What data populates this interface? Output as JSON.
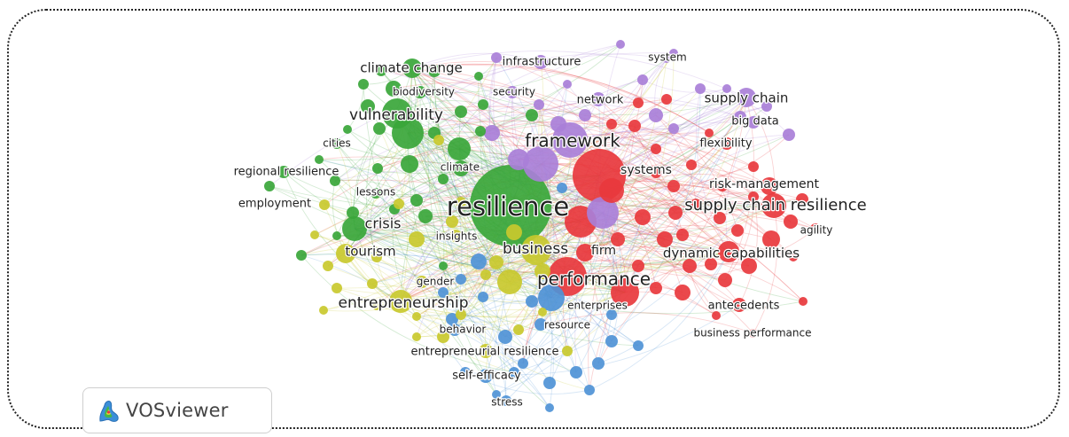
{
  "app_name": "VOSviewer",
  "colors": {
    "red": "#e8383d",
    "green": "#3aa63a",
    "purple": "#a97fd8",
    "yellow": "#c9c92e",
    "blue": "#4f93d6",
    "label": "#222222"
  },
  "clusters": [
    "red",
    "green",
    "purple",
    "yellow",
    "blue"
  ],
  "keywords": [
    {
      "label": "resilience",
      "cluster": "green"
    },
    {
      "label": "framework",
      "cluster": "purple"
    },
    {
      "label": "performance",
      "cluster": "red"
    },
    {
      "label": "supply chain resilience",
      "cluster": "red"
    },
    {
      "label": "vulnerability",
      "cluster": "green"
    },
    {
      "label": "climate change",
      "cluster": "green"
    },
    {
      "label": "business",
      "cluster": "yellow"
    },
    {
      "label": "firm",
      "cluster": "red"
    },
    {
      "label": "entrepreneurship",
      "cluster": "yellow"
    },
    {
      "label": "supply chain",
      "cluster": "purple"
    },
    {
      "label": "dynamic capabilities",
      "cluster": "red"
    },
    {
      "label": "crisis",
      "cluster": "green"
    },
    {
      "label": "tourism",
      "cluster": "yellow"
    },
    {
      "label": "systems",
      "cluster": "red"
    },
    {
      "label": "risk-management",
      "cluster": "red"
    },
    {
      "label": "infrastructure",
      "cluster": "purple"
    },
    {
      "label": "system",
      "cluster": "purple"
    },
    {
      "label": "biodiversity",
      "cluster": "green"
    },
    {
      "label": "security",
      "cluster": "purple"
    },
    {
      "label": "network",
      "cluster": "purple"
    },
    {
      "label": "big data",
      "cluster": "purple"
    },
    {
      "label": "flexibility",
      "cluster": "red"
    },
    {
      "label": "cities",
      "cluster": "green"
    },
    {
      "label": "climate",
      "cluster": "green"
    },
    {
      "label": "regional resilience",
      "cluster": "green"
    },
    {
      "label": "lessons",
      "cluster": "green"
    },
    {
      "label": "employment",
      "cluster": "yellow"
    },
    {
      "label": "insights",
      "cluster": "yellow"
    },
    {
      "label": "agility",
      "cluster": "red"
    },
    {
      "label": "gender",
      "cluster": "yellow"
    },
    {
      "label": "enterprises",
      "cluster": "blue"
    },
    {
      "label": "antecedents",
      "cluster": "red"
    },
    {
      "label": "behavior",
      "cluster": "blue"
    },
    {
      "label": "resource",
      "cluster": "blue"
    },
    {
      "label": "business performance",
      "cluster": "red"
    },
    {
      "label": "entrepreneurial resilience",
      "cluster": "yellow"
    },
    {
      "label": "self-efficacy",
      "cluster": "blue"
    },
    {
      "label": "stress",
      "cluster": "blue"
    }
  ]
}
